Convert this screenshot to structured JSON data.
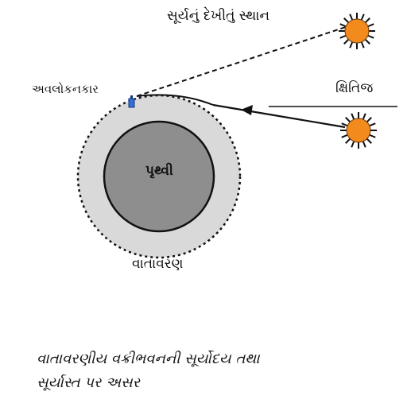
{
  "labels": {
    "apparent_sun_position": "સૂર્યનું દેખીતું સ્થાન",
    "observer": "અવલોકનકાર",
    "horizon": "ક્ષિતિજ",
    "earth": "પૃથ્વી",
    "atmosphere": "વાતાવરણ"
  },
  "caption": {
    "line1": "વાતાવરણીય વક્રીભવનની સૂર્યોદય તથા",
    "line2": "સૂર્યાસ્ત પર અસર"
  },
  "colors": {
    "sun_fill": "#f28a1e",
    "sun_rays": "#111111",
    "earth_fill": "#8e8e8e",
    "atmosphere_fill": "#d9d9d9",
    "ray_line": "#111111",
    "observer_marker": "#2f6fd6"
  },
  "icons": {
    "sun": "sun-icon",
    "observer": "observer-icon",
    "arrow": "arrow-icon"
  }
}
